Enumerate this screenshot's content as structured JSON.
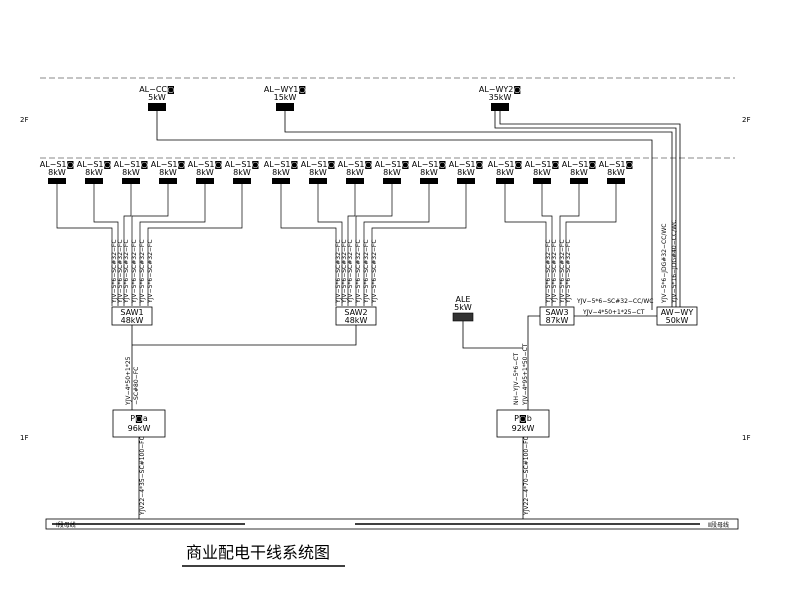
{
  "title": "商业配电干线系统图",
  "floors": {
    "second": "2F",
    "first": "1F"
  },
  "top_boxes": [
    {
      "name": "AL−CC◙",
      "power": "5kW"
    },
    {
      "name": "AL−WY1◙",
      "power": "15kW"
    },
    {
      "name": "AL−WY2◙",
      "power": "35kW"
    }
  ],
  "groups": [
    {
      "boxes": [
        {
          "name": "AL−S1◙",
          "power": "8kW"
        },
        {
          "name": "AL−S1◙",
          "power": "8kW"
        },
        {
          "name": "AL−S1◙",
          "power": "8kW"
        },
        {
          "name": "AL−S1◙",
          "power": "8kW"
        },
        {
          "name": "AL−S1◙",
          "power": "8kW"
        },
        {
          "name": "AL−S1◙",
          "power": "8kW"
        }
      ],
      "feeder_cable": "YJV−5*6−SC#32−FC",
      "cabinet": {
        "name": "SAW1",
        "power": "48kW"
      },
      "riser_cables": [
        "YJV−4*50+1*25",
        "−SC#80−FC"
      ],
      "panel": {
        "name": "P◙a",
        "power": "96kW"
      },
      "main_cable": "YJV22−4*35−SC#100−FC"
    },
    {
      "boxes": [
        {
          "name": "AL−S1◙",
          "power": "8kW"
        },
        {
          "name": "AL−S1◙",
          "power": "8kW"
        },
        {
          "name": "AL−S1◙",
          "power": "8kW"
        },
        {
          "name": "AL−S1◙",
          "power": "8kW"
        },
        {
          "name": "AL−S1◙",
          "power": "8kW"
        },
        {
          "name": "AL−S1◙",
          "power": "8kW"
        }
      ],
      "feeder_cable": "YJV−5*6−SC#32−FC",
      "cabinet": {
        "name": "SAW2",
        "power": "48kW"
      }
    },
    {
      "boxes": [
        {
          "name": "AL−S1◙",
          "power": "8kW"
        },
        {
          "name": "AL−S1◙",
          "power": "8kW"
        },
        {
          "name": "AL−S1◙",
          "power": "8kW"
        },
        {
          "name": "AL−S1◙",
          "power": "8kW"
        }
      ],
      "feeder_cable": "YJV−5*6−SC#32−FC",
      "cabinet": {
        "name": "SAW3",
        "power": "87kW"
      },
      "riser_cables": [
        "NH−YJV−5*6−CT",
        "YJV−4*95+1*50−CT"
      ],
      "panel": {
        "name": "P◙b",
        "power": "92kW"
      },
      "main_cable": "YJV22−4*70−SC#100−FC"
    }
  ],
  "ale": {
    "name": "ALE",
    "power": "5kW"
  },
  "aw": {
    "name": "AW−WY",
    "power": "50kW",
    "cables": [
      "YJV−5*6−JDG#32−CC/WC",
      "YJV−5*16−JDG#40−CC/WC"
    ]
  },
  "saw3_links": [
    "YJV−5*6−SC#32−CC/WC",
    "YJV−4*50+1*25−CT"
  ],
  "busbar": {
    "left": "Ⅰ段母线",
    "right": "Ⅱ段母线"
  }
}
